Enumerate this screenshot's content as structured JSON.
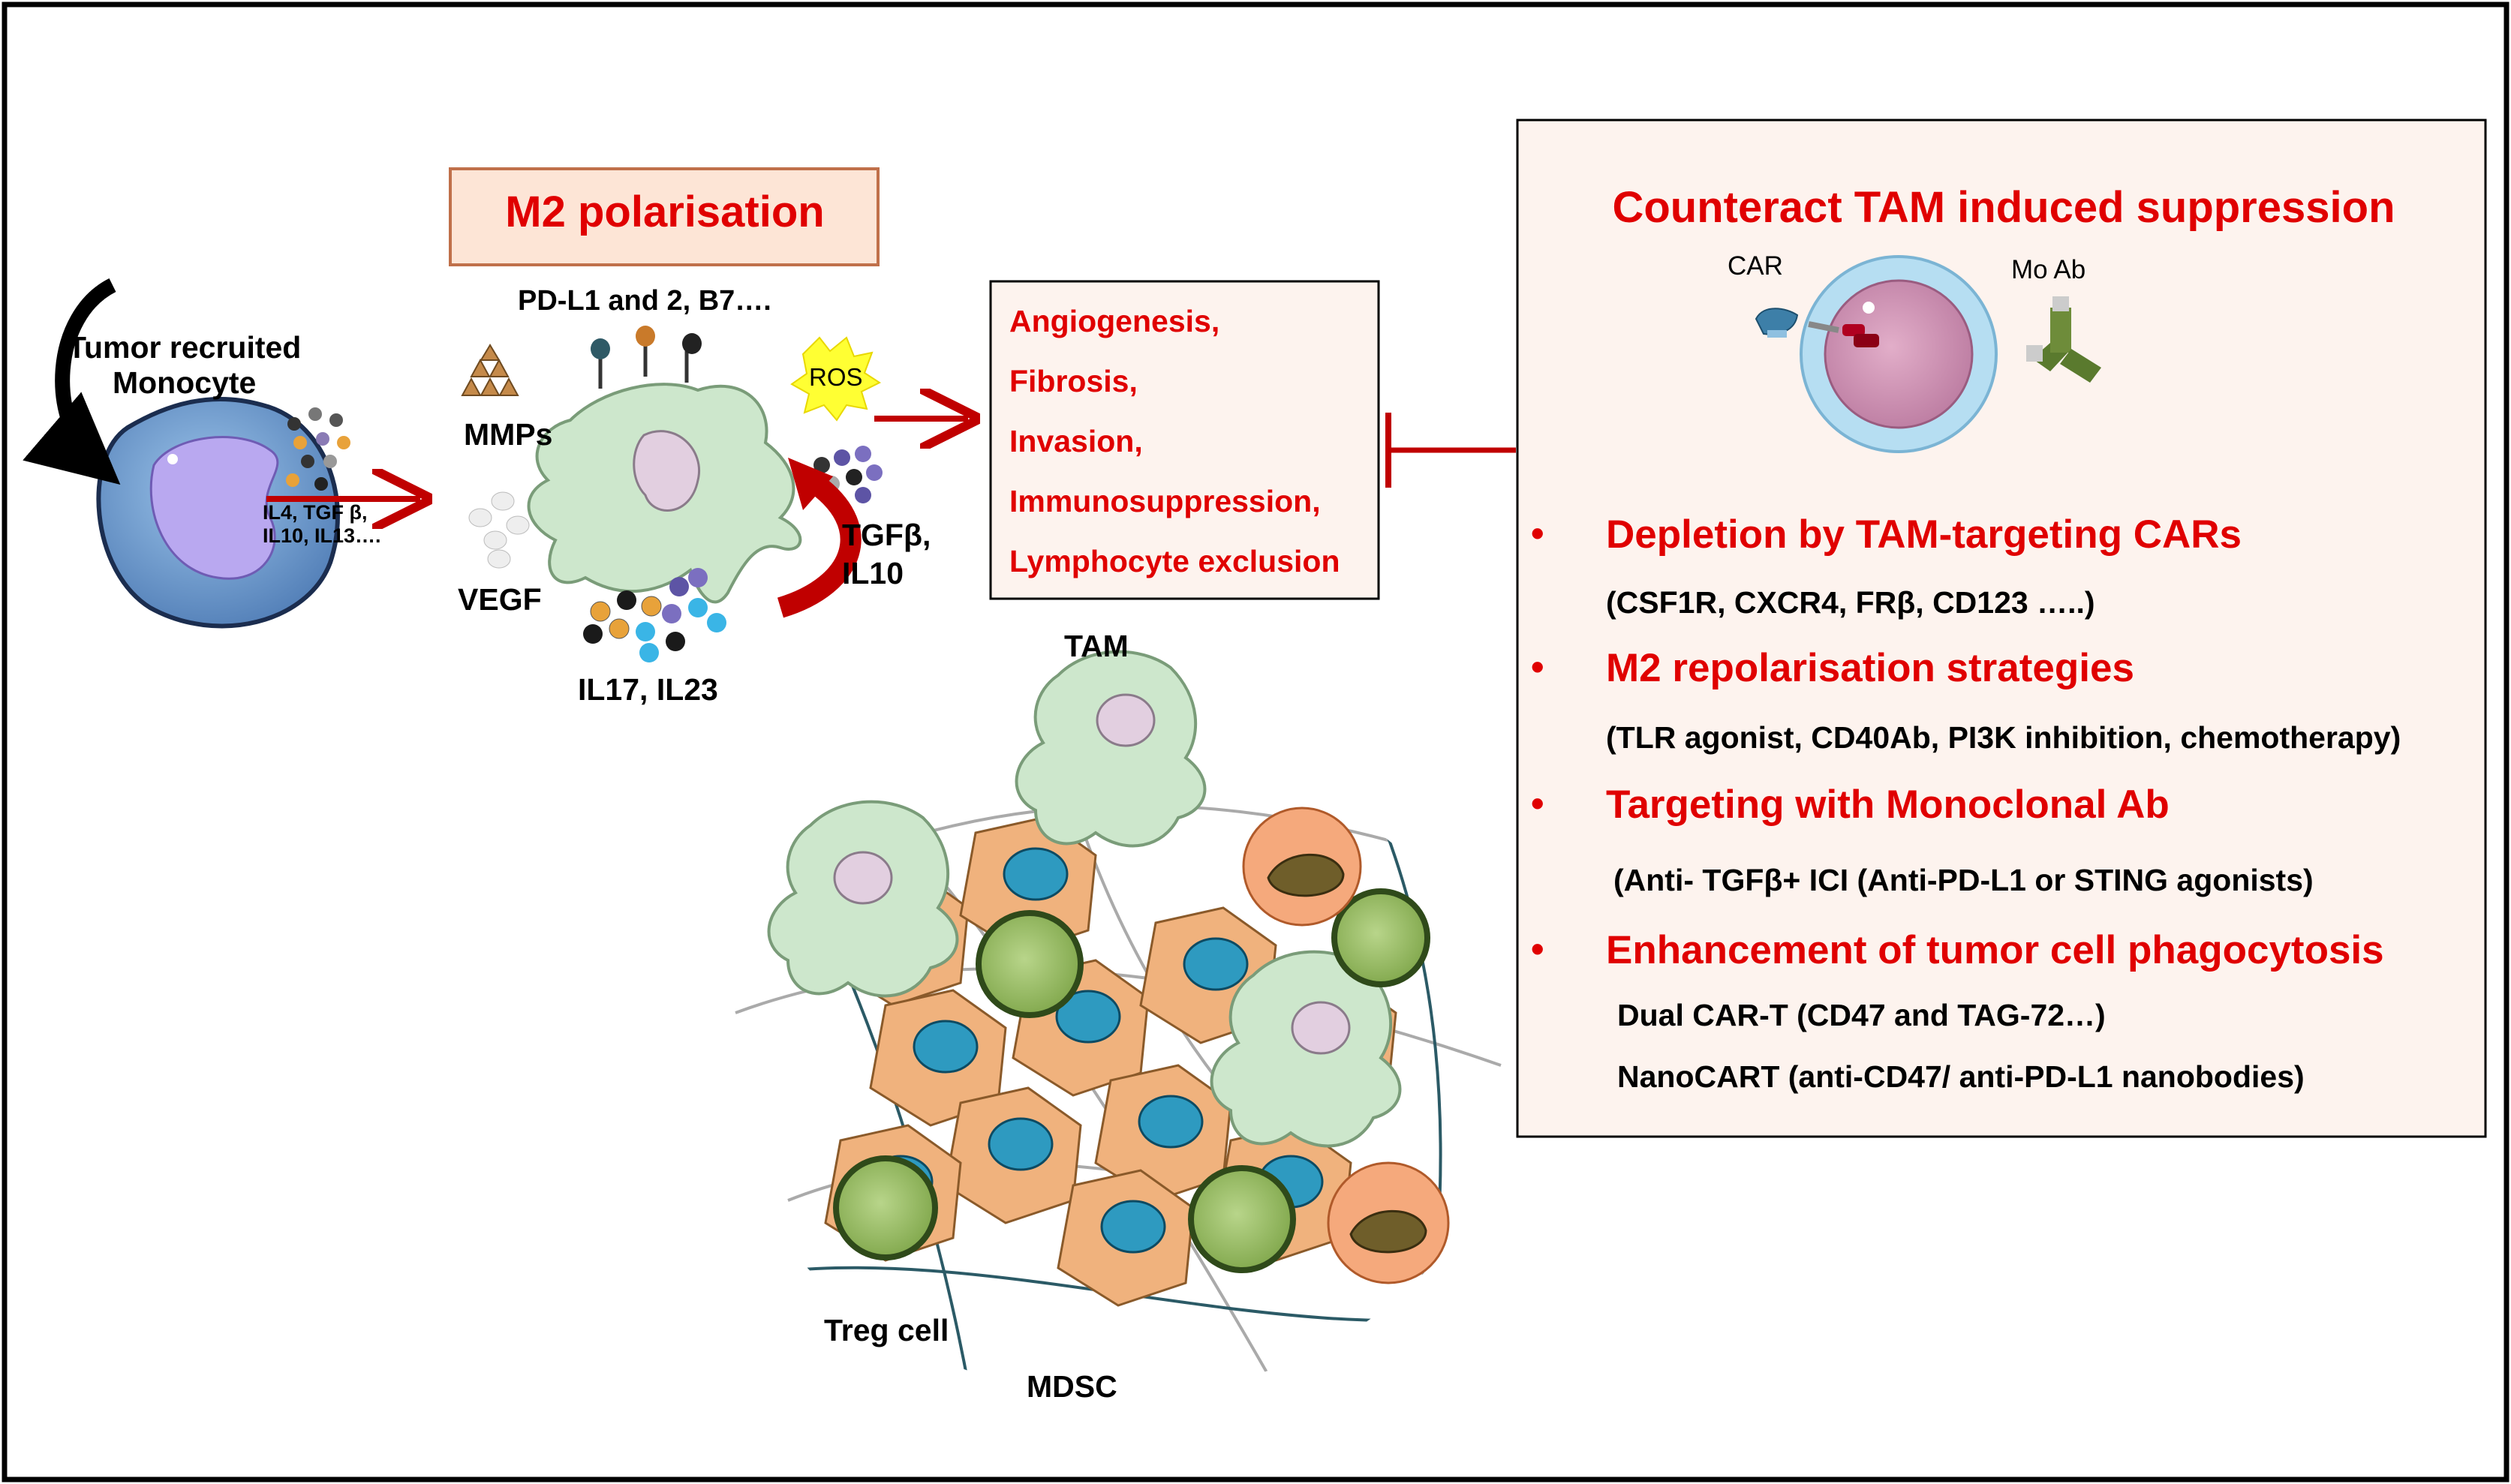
{
  "monocyte": {
    "label": "Tumor recruited\nMonocyte",
    "cytokines": "IL4, TGF β,\nIL10, IL13…."
  },
  "polarisation": {
    "title": "M2 polarisation",
    "markers": "PD-L1 and 2, B7….",
    "mmps": "MMPs",
    "vegf": "VEGF",
    "ros": "ROS",
    "il17": "IL17, IL23",
    "tgfb": "TGFβ,\nIL10"
  },
  "effects": {
    "items": [
      "Angiogenesis,",
      "Fibrosis,",
      "Invasion,",
      "Immunosuppression,",
      "Lymphocyte exclusion"
    ]
  },
  "microenvironment": {
    "tam": "TAM",
    "treg": "Treg cell",
    "mdsc": "MDSC"
  },
  "counteract": {
    "title": "Counteract TAM induced suppression",
    "car_label": "CAR",
    "moab_label": "Mo Ab",
    "bullet_symbol": "•",
    "strategies": [
      {
        "heading": "Depletion by TAM-targeting CARs",
        "details": [
          "(CSF1R, CXCR4, FRβ, CD123 …..)"
        ]
      },
      {
        "heading": "M2 repolarisation strategies",
        "details": [
          "(TLR agonist, CD40Ab, PI3K inhibition, chemotherapy)"
        ]
      },
      {
        "heading": "Targeting with Monoclonal Ab",
        "details": [
          "(Anti- TGFβ+ ICI (Anti-PD-L1 or STING agonists)"
        ]
      },
      {
        "heading": "Enhancement of tumor cell phagocytosis",
        "details": [
          "Dual CAR-T (CD47 and TAG-72…)",
          "NanoCART (anti-CD47/ anti-PD-L1 nanobodies)"
        ]
      }
    ]
  },
  "colors": {
    "accent_red": "#e00000",
    "arrow_red": "#c00000",
    "box_fill": "#fdf3ee",
    "title_box_fill": "#fde5d6",
    "title_box_border": "#c0704a",
    "tam_green": "#cde7cc",
    "tumor_orange": "#f0b27d",
    "nucleus_blue": "#2e9ac0",
    "treg_green": "#6f9a3b",
    "mdsc_orange": "#f5a97c"
  }
}
